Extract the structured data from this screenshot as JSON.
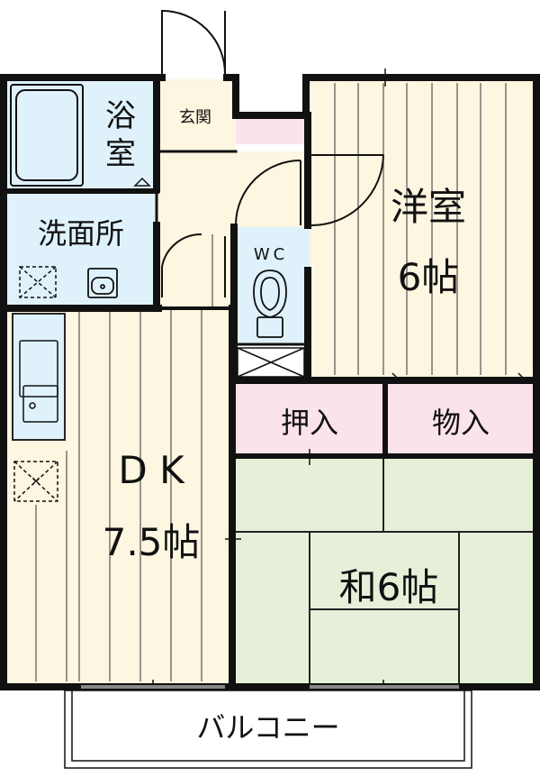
{
  "floor_plan": {
    "rooms": {
      "bath": {
        "label_line1": "浴",
        "label_line2": "室"
      },
      "entrance": {
        "label": "玄関"
      },
      "western_room": {
        "label_line1": "洋室",
        "label_line2": "6帖"
      },
      "washroom": {
        "label": "洗面所"
      },
      "toilet": {
        "label": "WC"
      },
      "dining_kitchen": {
        "label_line1": "D K",
        "label_line2": "7.5帖"
      },
      "closet_oshiire": {
        "label": "押入"
      },
      "storage_monoire": {
        "label": "物入"
      },
      "japanese_room": {
        "label": "和6帖"
      },
      "balcony": {
        "label": "バルコニー"
      }
    },
    "colors": {
      "wall": "#111111",
      "wood_floor": "#fdf6e0",
      "wood_grain": "#555555",
      "wet_area": "#dff1fb",
      "storage": "#fbe3ea",
      "tatami": "#e6f0d9",
      "balcony": "#ffffff"
    }
  }
}
